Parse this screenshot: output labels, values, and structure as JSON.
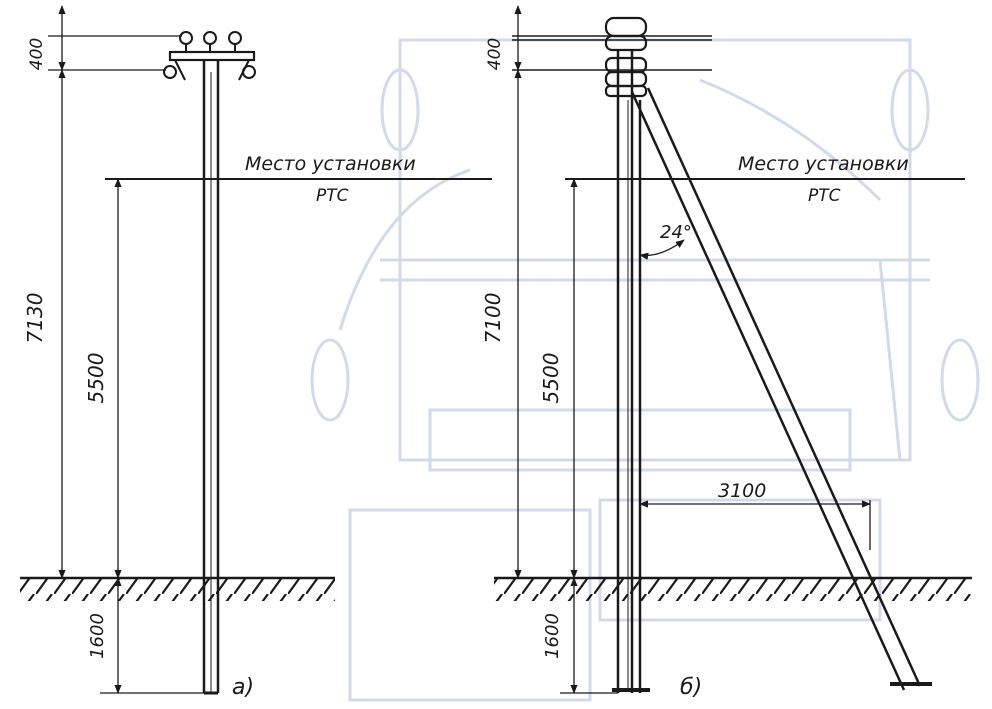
{
  "panel_a": {
    "label": "а)",
    "dim_top": "400",
    "dim_total": "7130",
    "dim_mount": "5500",
    "dim_ground": "1600",
    "mount_label_1": "Место установки",
    "mount_label_2": "РТС"
  },
  "panel_b": {
    "label": "б)",
    "dim_top": "400",
    "dim_total": "7100",
    "dim_mount": "5500",
    "dim_ground": "1600",
    "dim_strut": "3100",
    "angle": "24°",
    "mount_label_1": "Место установки",
    "mount_label_2": "РТС"
  }
}
